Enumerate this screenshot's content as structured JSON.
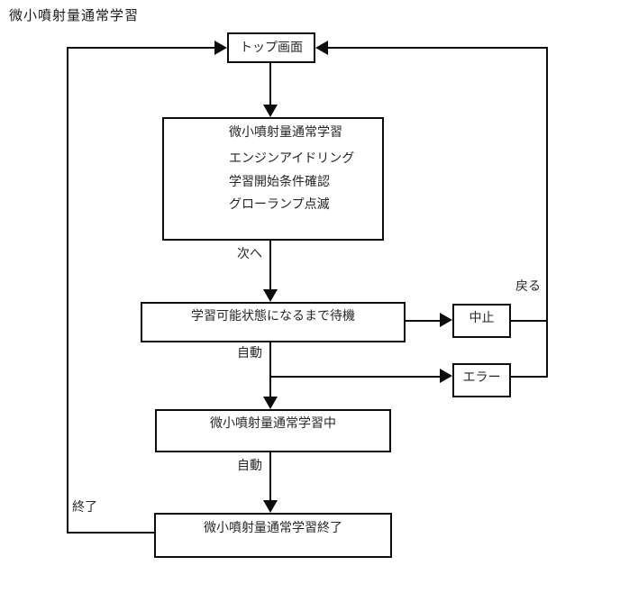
{
  "title": "微小噴射量通常学習",
  "nodes": {
    "top_screen": {
      "label": "トップ画面"
    },
    "start_box": {
      "lines": [
        "微小噴射量通常学習",
        "エンジンアイドリング",
        "学習開始条件確認",
        "グローランプ点滅"
      ]
    },
    "wait_box": {
      "label": "学習可能状態になるまで待機"
    },
    "cancel_box": {
      "label": "中止"
    },
    "error_box": {
      "label": "エラー"
    },
    "learning_box": {
      "label": "微小噴射量通常学習中"
    },
    "end_box": {
      "label": "微小噴射量通常学習終了"
    }
  },
  "edges": {
    "next": "次へ",
    "auto_wait": "自動",
    "auto_learning": "自動",
    "back": "戻る",
    "finish": "終了"
  },
  "colors": {
    "line": "#0d0d0d",
    "text": "#262626",
    "background": "#ffffff"
  }
}
